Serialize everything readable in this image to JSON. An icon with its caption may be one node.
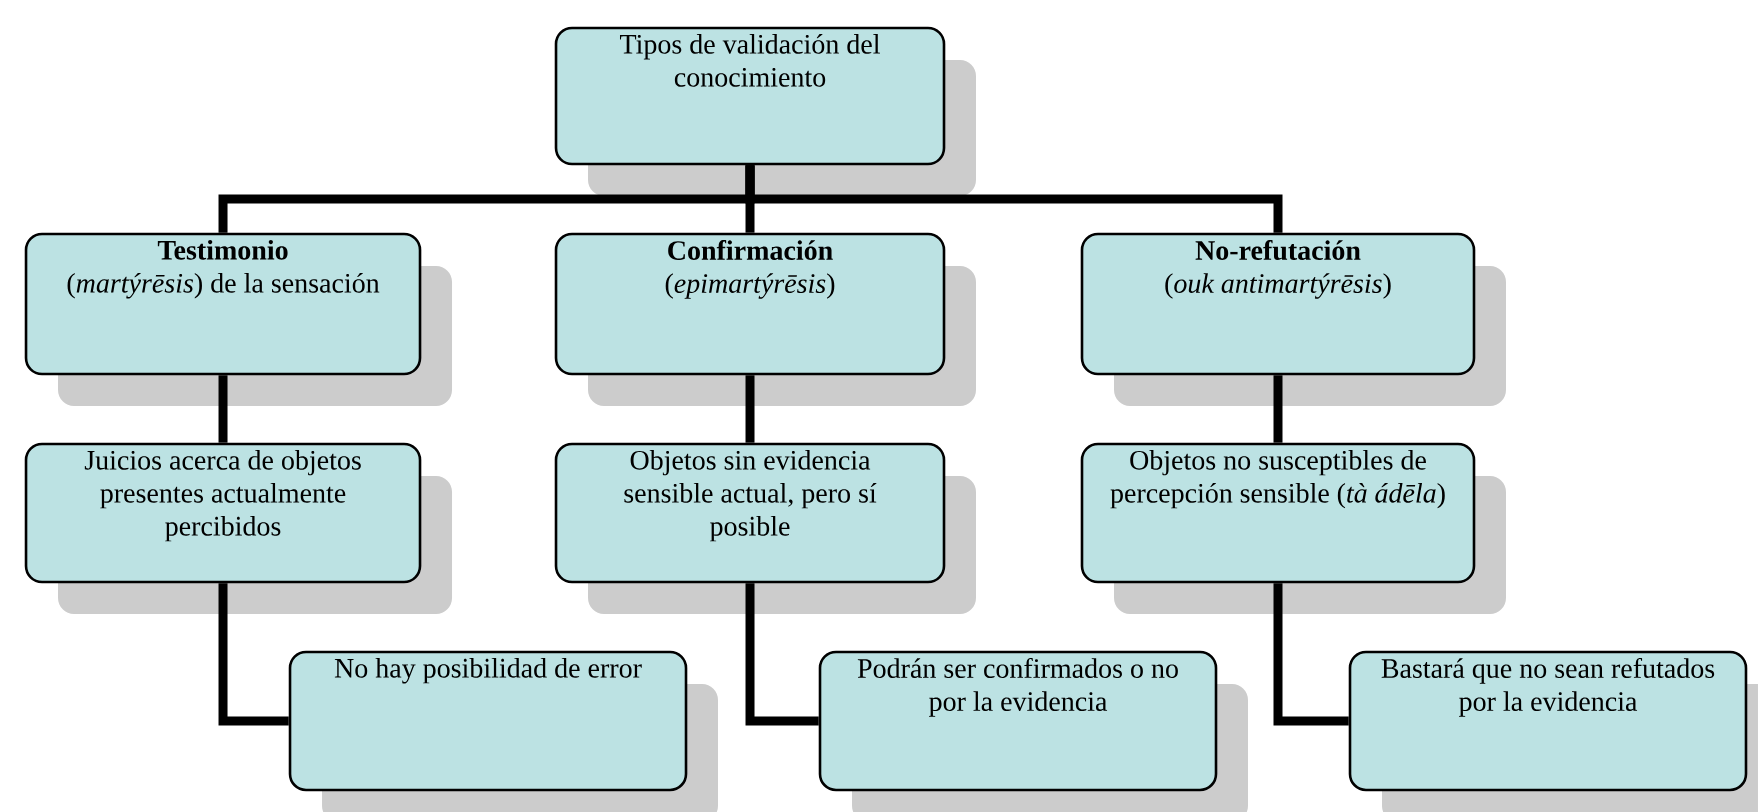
{
  "diagram": {
    "nodes": [
      {
        "text": [
          "Tipos de validación del conocimiento"
        ]
      },
      {
        "text": [
          "Testimonio",
          "(*martýrēsis*) de la sensación"
        ]
      },
      {
        "text": [
          "Confirmación",
          "(*epimartýrēsis*)"
        ]
      },
      {
        "text": [
          "No-refutación",
          "(*ouk antimartýrēsis*)"
        ]
      },
      {
        "text": [
          "Juicios acerca de objetos presentes actualmente percibidos"
        ]
      },
      {
        "text": [
          "Objetos sin evidencia sensible actual, pero sí posible"
        ]
      },
      {
        "text": [
          "Objetos no susceptibles de percepción sensible (*tà ádēla*)"
        ]
      },
      {
        "text": [
          "No hay posibilidad de error"
        ]
      },
      {
        "text": [
          "Podrán ser confirmados o no por la evidencia"
        ]
      },
      {
        "text": [
          "Bastará que no sean refutados por la evidencia"
        ]
      }
    ],
    "edges": [
      {
        "from": 0,
        "to": 1,
        "arrow": "none"
      },
      {
        "from": 0,
        "to": 2,
        "arrow": "none"
      },
      {
        "from": 0,
        "to": 3,
        "arrow": "none"
      },
      {
        "from": 1,
        "to": 4,
        "arrow": "none"
      },
      {
        "from": 2,
        "to": 5,
        "arrow": "none"
      },
      {
        "from": 3,
        "to": 6,
        "arrow": "none"
      },
      {
        "from": 4,
        "to": 7,
        "arrow": "none"
      },
      {
        "from": 5,
        "to": 8,
        "arrow": "none"
      },
      {
        "from": 6,
        "to": 9,
        "arrow": "none"
      }
    ]
  }
}
